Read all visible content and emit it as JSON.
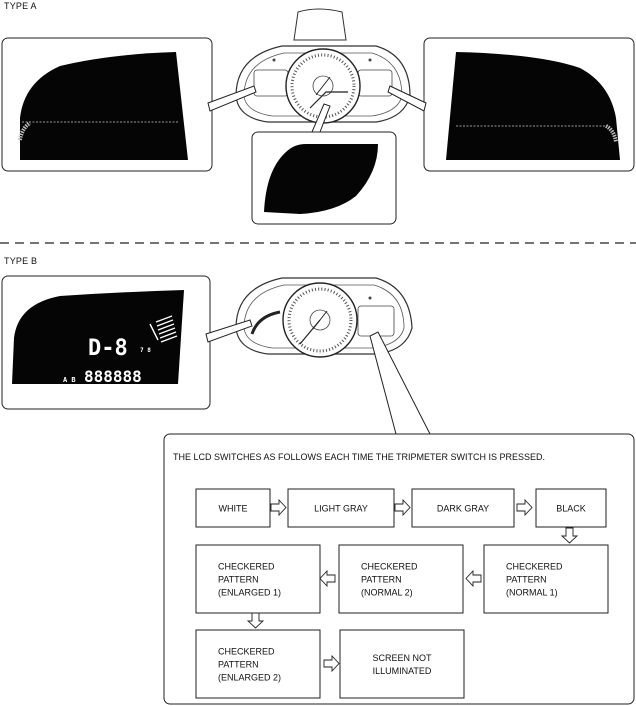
{
  "sections": {
    "type_a": {
      "label": "TYPE A"
    },
    "type_b": {
      "label": "TYPE B"
    }
  },
  "lcd_display": {
    "gear_text": "D-8",
    "odometer_text": "888888",
    "trip_indicator": "A B",
    "fuel_marks": "7  8"
  },
  "flow": {
    "instruction": "THE LCD SWITCHES AS FOLLOWS EACH TIME THE TRIPMETER SWITCH IS PRESSED.",
    "steps": [
      {
        "id": "white",
        "lines": [
          "WHITE"
        ]
      },
      {
        "id": "light-gray",
        "lines": [
          "LIGHT GRAY"
        ]
      },
      {
        "id": "dark-gray",
        "lines": [
          "DARK GRAY"
        ]
      },
      {
        "id": "black",
        "lines": [
          "BLACK"
        ]
      },
      {
        "id": "checkered-normal-1",
        "lines": [
          "CHECKERED",
          "PATTERN",
          "(NORMAL 1)"
        ]
      },
      {
        "id": "checkered-normal-2",
        "lines": [
          "CHECKERED",
          "PATTERN",
          "(NORMAL 2)"
        ]
      },
      {
        "id": "checkered-enlarged-1",
        "lines": [
          "CHECKERED",
          "PATTERN",
          "(ENLARGED 1)"
        ]
      },
      {
        "id": "checkered-enlarged-2",
        "lines": [
          "CHECKERED",
          "PATTERN",
          "(ENLARGED 2)"
        ]
      },
      {
        "id": "screen-not-illuminated",
        "lines": [
          "SCREEN NOT",
          "ILLUMINATED"
        ]
      }
    ]
  }
}
